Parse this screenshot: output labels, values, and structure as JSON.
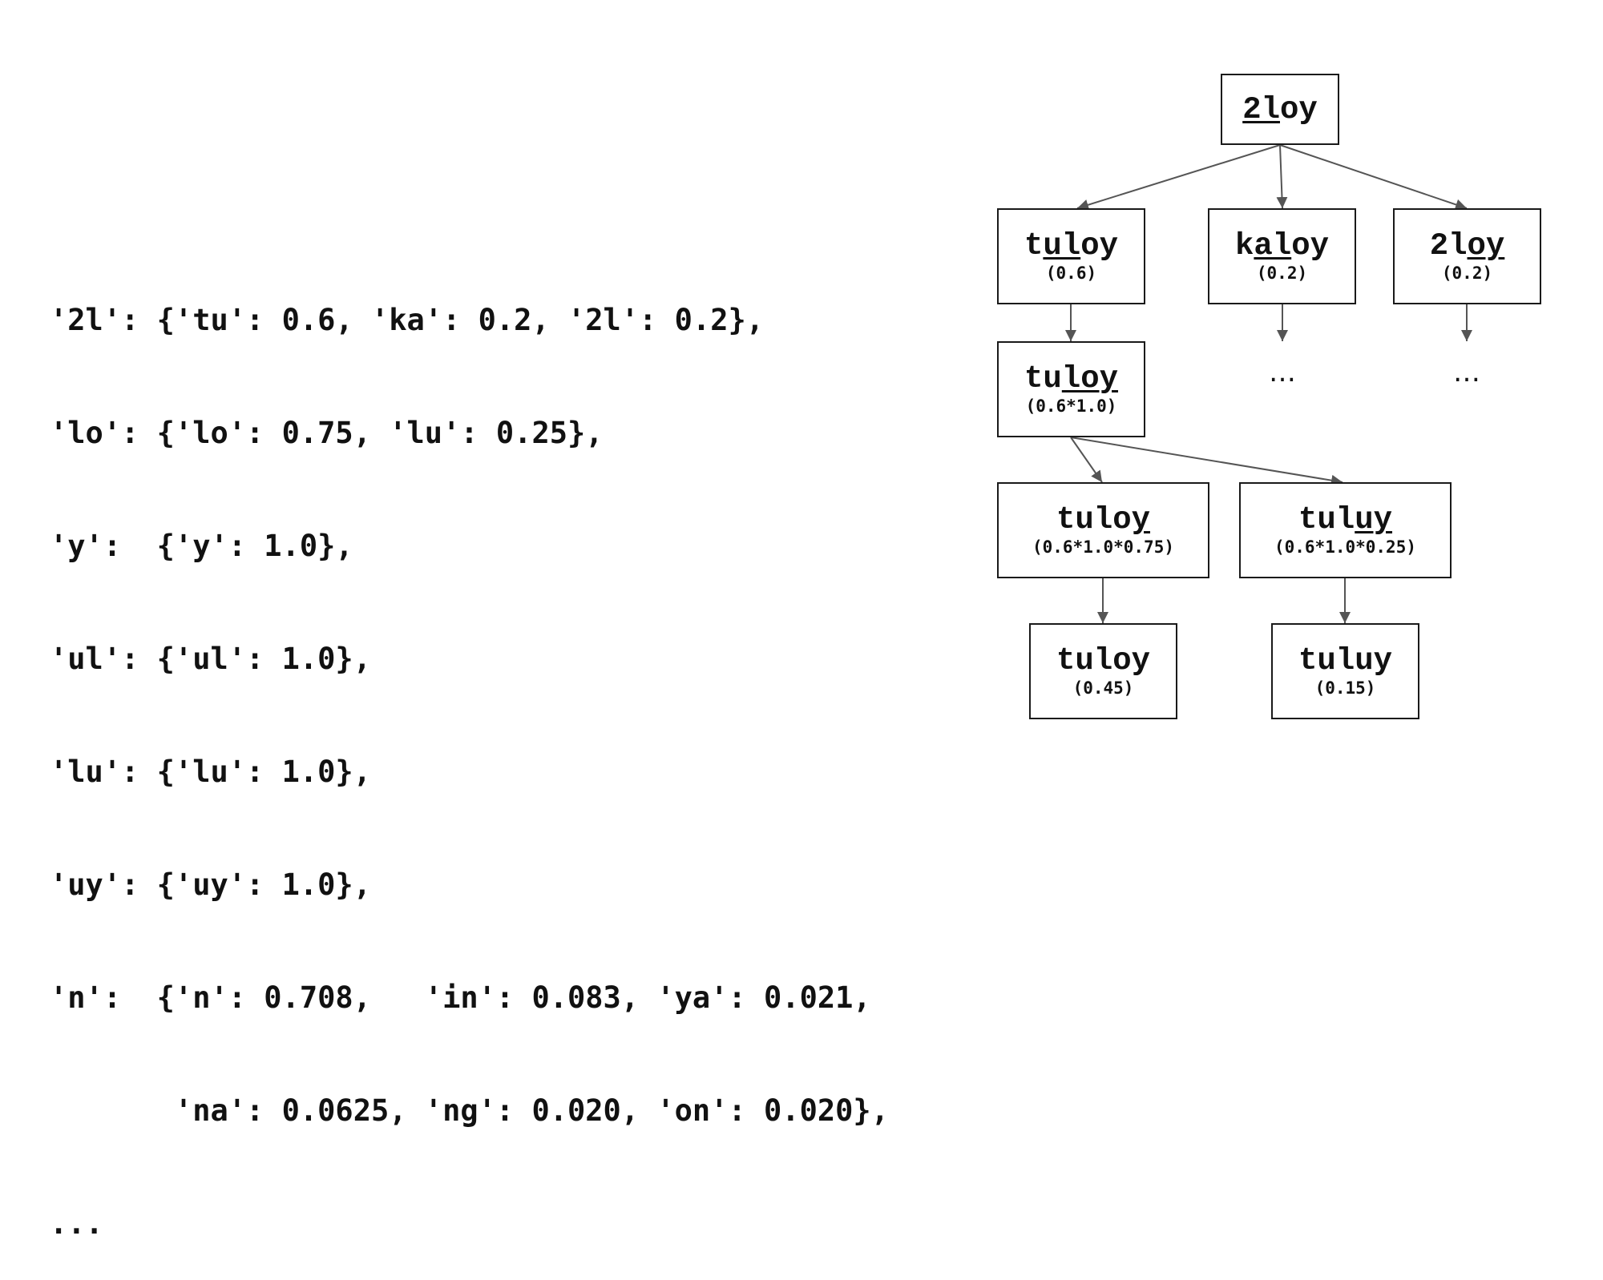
{
  "code_lines": [
    "'2l': {'tu': 0.6, 'ka': 0.2, '2l': 0.2},",
    "'lo': {'lo': 0.75, 'lu': 0.25},",
    "'y':  {'y': 1.0},",
    "'ul': {'ul': 1.0},",
    "'lu': {'lu': 1.0},",
    "'uy': {'uy': 1.0},",
    "'n':  {'n': 0.708,   'in': 0.083, 'ya': 0.021,",
    "       'na': 0.0625, 'ng': 0.020, 'on': 0.020},",
    "..."
  ],
  "tree": {
    "nodes": [
      {
        "id": "root",
        "segments": [
          {
            "t": "2l",
            "u": true
          },
          {
            "t": "oy",
            "u": false
          }
        ],
        "prob": ""
      },
      {
        "id": "tuloy-1",
        "segments": [
          {
            "t": "t",
            "u": false
          },
          {
            "t": "ul",
            "u": true
          },
          {
            "t": "oy",
            "u": false
          }
        ],
        "prob": "(0.6)"
      },
      {
        "id": "kaloy",
        "segments": [
          {
            "t": "k",
            "u": false
          },
          {
            "t": "al",
            "u": true
          },
          {
            "t": "oy",
            "u": false
          }
        ],
        "prob": "(0.2)"
      },
      {
        "id": "2loy",
        "segments": [
          {
            "t": "2l",
            "u": false
          },
          {
            "t": "oy",
            "u": true
          }
        ],
        "prob": "(0.2)"
      },
      {
        "id": "tuloy-2",
        "segments": [
          {
            "t": "tu",
            "u": false
          },
          {
            "t": "loy",
            "u": true
          }
        ],
        "prob": "(0.6*1.0)"
      },
      {
        "id": "tuloy-3",
        "segments": [
          {
            "t": "tulo",
            "u": false
          },
          {
            "t": "y",
            "u": true
          }
        ],
        "prob": "(0.6*1.0*0.75)"
      },
      {
        "id": "tuluy-1",
        "segments": [
          {
            "t": "tul",
            "u": false
          },
          {
            "t": "uy",
            "u": true
          }
        ],
        "prob": "(0.6*1.0*0.25)"
      },
      {
        "id": "tuloy-final",
        "segments": [
          {
            "t": "tuloy",
            "u": false
          }
        ],
        "prob": "(0.45)"
      },
      {
        "id": "tuluy-final",
        "segments": [
          {
            "t": "tuluy",
            "u": false
          }
        ],
        "prob": "(0.15)"
      }
    ],
    "edges": [
      [
        "root",
        "tuloy-1"
      ],
      [
        "root",
        "kaloy"
      ],
      [
        "root",
        "2loy"
      ],
      [
        "tuloy-1",
        "tuloy-2"
      ],
      [
        "tuloy-2",
        "tuloy-3"
      ],
      [
        "tuloy-2",
        "tuluy-1"
      ],
      [
        "tuloy-3",
        "tuloy-final"
      ],
      [
        "tuluy-1",
        "tuluy-final"
      ]
    ],
    "ellipsis": "…",
    "colors": {
      "edge": "#555555",
      "border": "#1a1a1a"
    }
  }
}
